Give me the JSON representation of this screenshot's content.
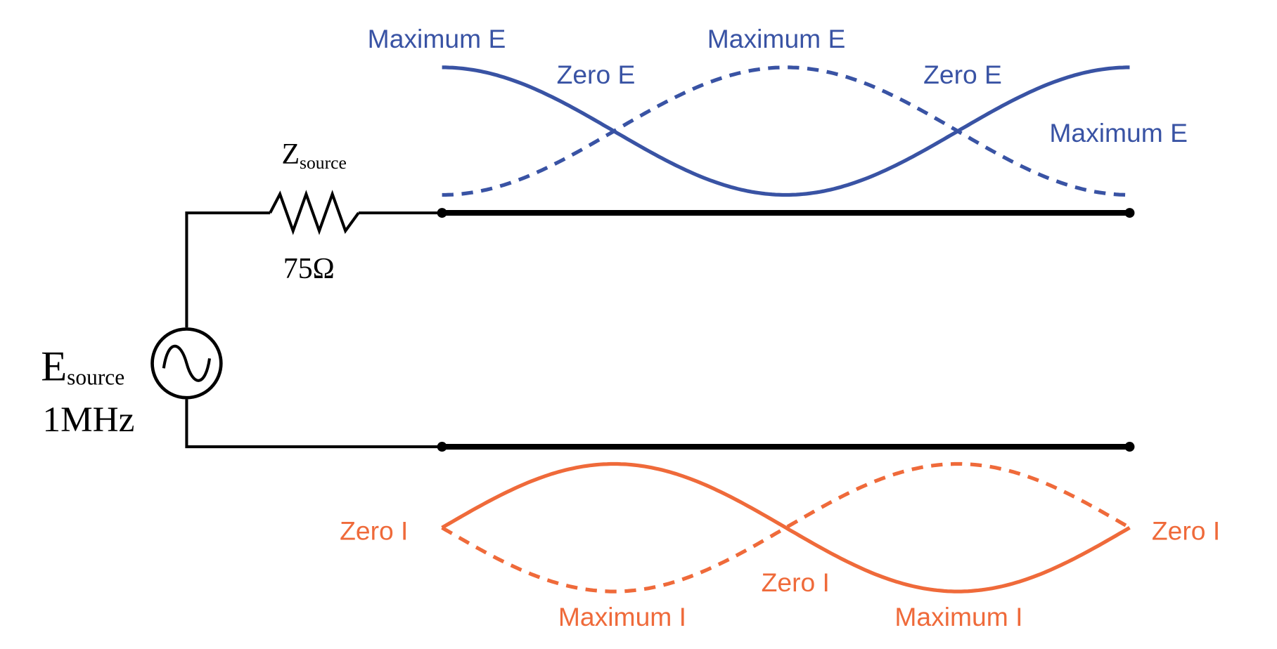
{
  "colors": {
    "voltage": "#3953a4",
    "current": "#ef6a3a",
    "wire": "#000000"
  },
  "source": {
    "label_main": "E",
    "label_sub": "source",
    "frequency": "1MHz",
    "icon": "ac-source-icon"
  },
  "resistor": {
    "label_main": "Z",
    "label_sub": "source",
    "value": "75Ω",
    "icon": "resistor-icon"
  },
  "voltage_labels": {
    "max_left": "Maximum E",
    "zero_left": "Zero E",
    "max_mid": "Maximum E",
    "zero_right": "Zero E",
    "max_right": "Maximum E"
  },
  "current_labels": {
    "zero_left": "Zero I",
    "max_left": "Maximum I",
    "zero_mid": "Zero I",
    "max_right": "Maximum I",
    "zero_right": "Zero I"
  }
}
